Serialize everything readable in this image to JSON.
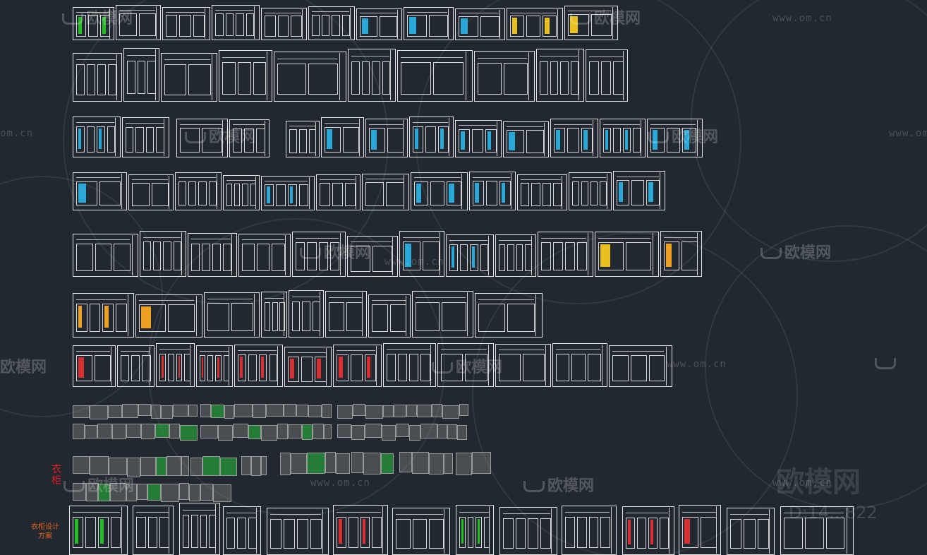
{
  "labels": {
    "wardrobe": "衣柜",
    "wardrobe_design_plan": "衣柜设计方案"
  },
  "watermark": {
    "url": "www.om.cn",
    "url_short": "om.cn",
    "brand": "欧模网",
    "id_text": "D:14...822"
  },
  "colors": {
    "background": "#212830",
    "linework": "#e8e8e8",
    "cyan": "#2aa8d8",
    "yellow": "#e8c020",
    "orange": "#f0a020",
    "red": "#d83030",
    "green": "#20c020",
    "label_red": "#e02020",
    "label_orange": "#e06020"
  },
  "icons": [
    "om-sofa-logo-icon"
  ]
}
